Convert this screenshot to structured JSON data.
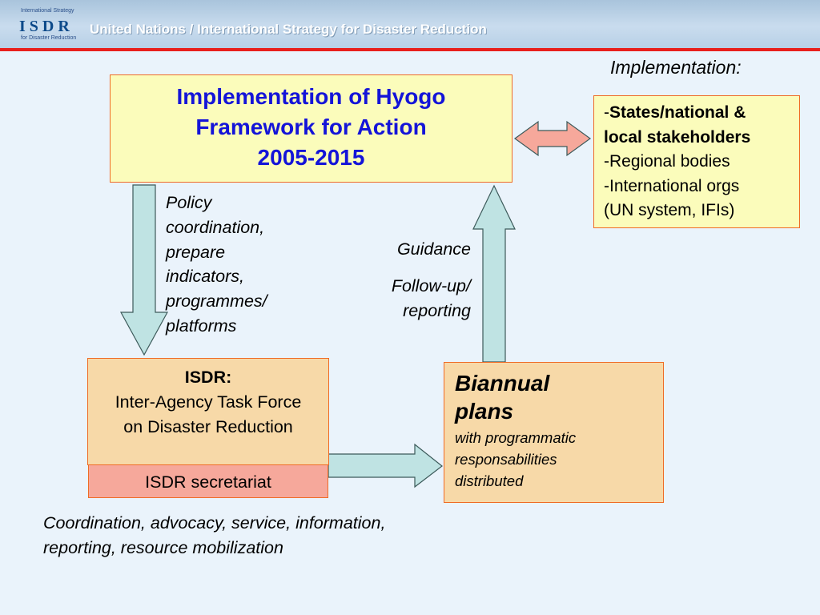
{
  "header": {
    "logo_small_1": "International Strategy",
    "logo_word": "ISDR",
    "logo_small_2": "for Disaster Reduction",
    "org_name": "United Nations / International Strategy for Disaster Reduction"
  },
  "hfa": {
    "line1": "Implementation of Hyogo",
    "line2": "Framework for Action",
    "line3": "2005-2015"
  },
  "implementation_label": "Implementation:",
  "stakeholders": {
    "dash": "-",
    "bold_line1": "States/national &",
    "bold_line2": "local stakeholders",
    "item2": "-Regional bodies",
    "item3": "-International orgs",
    "item4": "(UN system, IFIs)"
  },
  "policy_label": [
    "Policy",
    "coordination,",
    "prepare",
    "indicators,",
    "programmes/",
    "platforms"
  ],
  "guidance_label": {
    "guidance": "Guidance",
    "followup": "Follow-up/",
    "reporting": "reporting"
  },
  "isdr": {
    "title": "ISDR:",
    "line2": "Inter-Agency Task Force",
    "line3": "on Disaster Reduction"
  },
  "secretariat": "ISDR secretariat",
  "biannual": {
    "title1": "Biannual",
    "title2": "plans",
    "sub1": "with programmatic",
    "sub2": "responsabilities",
    "sub3": "distributed"
  },
  "coordination_label": {
    "line1": "Coordination, advocacy, service, information,",
    "line2": "reporting, resource mobilization"
  },
  "colors": {
    "accent_blue": "#1414d8",
    "box_border": "#ef6b26",
    "yellow_box": "#fbfcbb",
    "orange_box": "#f7d9a8",
    "salmon_box": "#f6a89b",
    "arrow_fill": "#bfe3e3",
    "double_arrow_fill": "#f6a89b",
    "header_rule": "#e8201c"
  }
}
